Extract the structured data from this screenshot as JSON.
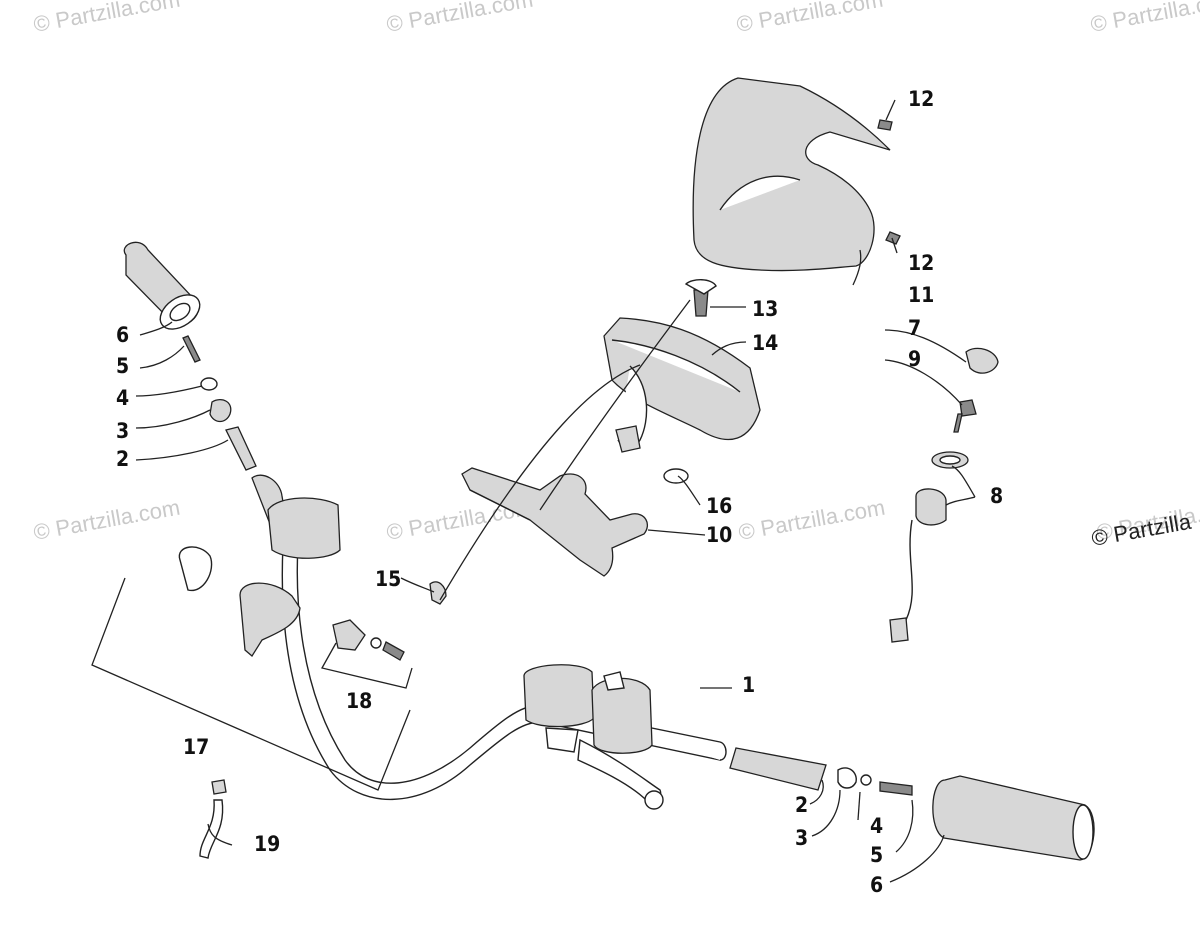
{
  "watermarks": [
    "© Partzilla.com",
    "© Partzilla.com",
    "© Partzilla.com",
    "© Partzilla.com",
    "© Partzilla.com",
    "© Partzilla.com",
    "© Partzilla.com",
    "© Partzilla.com",
    "© Partzilla"
  ],
  "callouts": {
    "c1": "1",
    "c2a": "2",
    "c2b": "2",
    "c3a": "3",
    "c3b": "3",
    "c4a": "4",
    "c4b": "4",
    "c5a": "5",
    "c5b": "5",
    "c6a": "6",
    "c6b": "6",
    "c7": "7",
    "c8": "8",
    "c9": "9",
    "c10": "10",
    "c11": "11",
    "c12a": "12",
    "c12b": "12",
    "c13": "13",
    "c14": "14",
    "c15": "15",
    "c16": "16",
    "c17": "17",
    "c18": "18",
    "c19": "19"
  }
}
